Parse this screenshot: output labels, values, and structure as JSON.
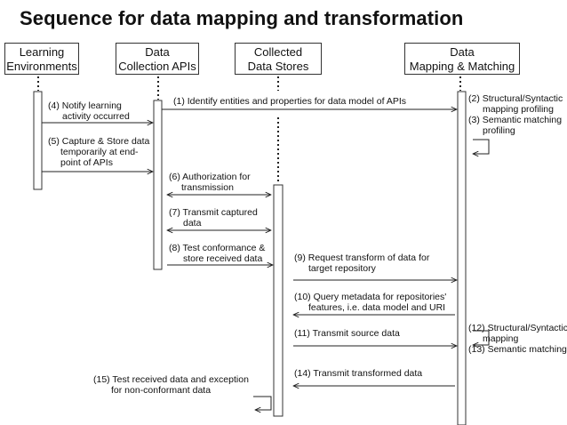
{
  "title": "Sequence for data mapping and transformation",
  "actors": [
    {
      "line1": "Learning",
      "line2": "Environments"
    },
    {
      "line1": "Data",
      "line2": "Collection APIs"
    },
    {
      "line1": "Collected",
      "line2": "Data Stores"
    },
    {
      "line1": "Data",
      "line2": "Mapping & Matching"
    }
  ],
  "messages": {
    "m1": "(1) Identify entities and properties for data model of APIs",
    "m2a": "(2) Structural/Syntactic",
    "m2b": "mapping profiling",
    "m3a": "(3) Semantic matching",
    "m3b": "profiling",
    "m4a": "(4) Notify learning",
    "m4b": "activity occurred",
    "m5a": "(5) Capture & Store data",
    "m5b": "temporarily at end-",
    "m5c": "point of APIs",
    "m6a": "(6) Authorization for",
    "m6b": "transmission",
    "m7a": "(7) Transmit captured",
    "m7b": "data",
    "m8a": "(8) Test conformance &",
    "m8b": "store received data",
    "m9a": "(9) Request transform of data for",
    "m9b": "target repository",
    "m10a": "(10) Query metadata for repositories'",
    "m10b": "features, i.e. data model and URI",
    "m11": "(11) Transmit source data",
    "m12a": "(12) Structural/Syntactic",
    "m12b": "mapping",
    "m13": "(13) Semantic matching",
    "m14": "(14) Transmit transformed data",
    "m15a": "(15) Test received data and exception",
    "m15b": "for non-conformant data"
  }
}
